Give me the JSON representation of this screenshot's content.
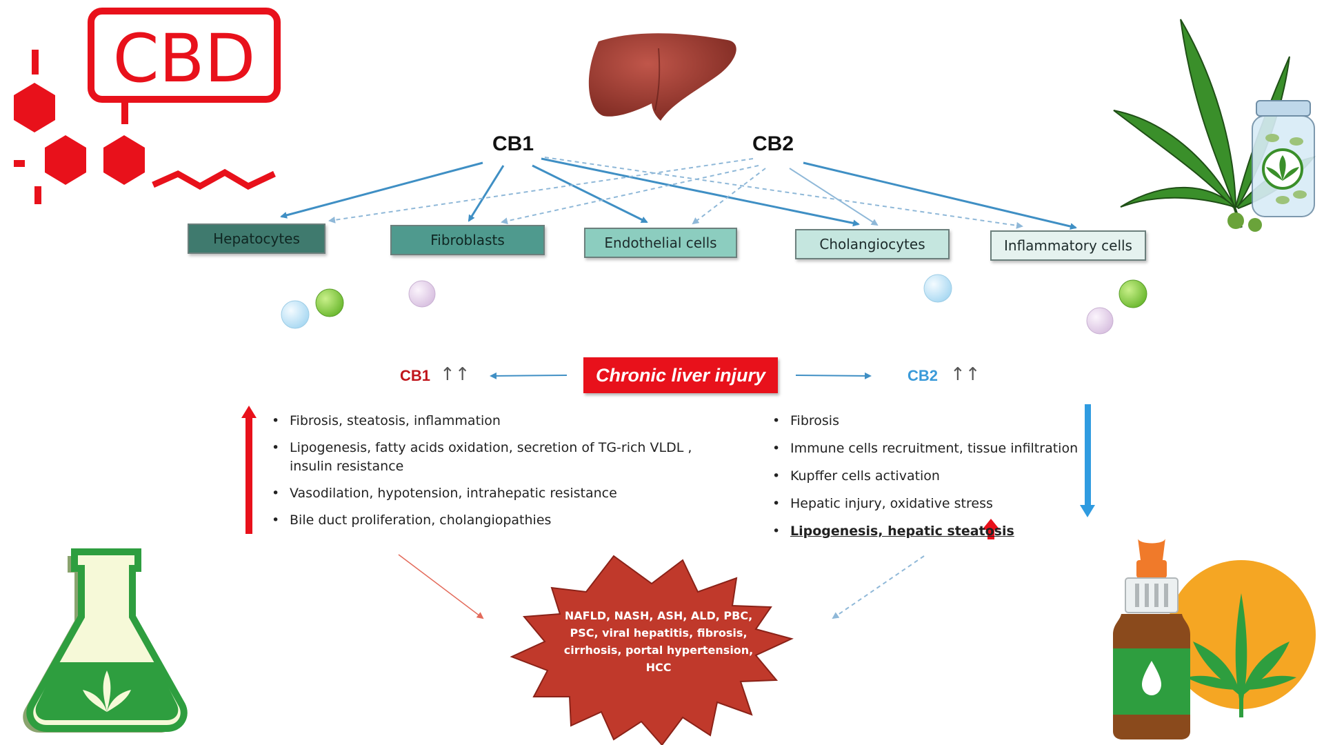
{
  "receptors": {
    "cb1": "CB1",
    "cb2": "CB2"
  },
  "cells": [
    {
      "label": "Hepatocytes",
      "color": "#3f7a6e"
    },
    {
      "label": "Fibroblasts",
      "color": "#4f9a8e"
    },
    {
      "label": "Endothelial cells",
      "color": "#8ccdbf"
    },
    {
      "label": "Cholangiocytes",
      "color": "#c5e6df"
    },
    {
      "label": "Inflammatory cells",
      "color": "#e5f2ef"
    }
  ],
  "logo": {
    "text": "CBD",
    "color": "#e8111b"
  },
  "injury": {
    "label": "Chronic liver injury"
  },
  "cb1_side": {
    "label": "CB1",
    "trend": "↑↑",
    "color": "#c0151b"
  },
  "cb2_side": {
    "label": "CB2",
    "trend": "↑↑",
    "color": "#3a9ad9"
  },
  "cb1_effects": [
    {
      "lines": [
        "Fibrosis, steatosis, inflammation"
      ]
    },
    {
      "lines": [
        "Lipogenesis, fatty acids oxidation, secretion of TG-rich VLDL ,",
        "insulin resistance"
      ]
    },
    {
      "lines": [
        "Vasodilation, hypotension, intrahepatic resistance"
      ]
    },
    {
      "lines": [
        "Bile duct proliferation, cholangiopathies"
      ]
    }
  ],
  "cb2_effects": [
    "Fibrosis",
    "Immune cells  recruitment, tissue infiltration",
    "Kupffer cells activation",
    "Hepatic injury, oxidative stress",
    "Lipogenesis, hepatic steatosis"
  ],
  "diseases": [
    "NAFLD, NASH, ASH, ALD, PBC,",
    "PSC, viral hepatitis, fibrosis,",
    "cirrhosis, portal hypertension,",
    "HCC"
  ],
  "colors": {
    "arrow_blue": "#3f8fc4",
    "up_red": "#e8111b",
    "down_blue": "#2f9be0",
    "burst": "#c0392b",
    "leaf_green": "#3a8f2a",
    "flask_green": "#2e9e3f",
    "bottle_brown": "#8a4a1c",
    "orange_circle": "#f5a623"
  },
  "icons": [
    "cbd-molecule-icon",
    "liver-icon",
    "cannabis-jar-icon",
    "cannabis-flask-icon",
    "cbd-oil-bottle-icon"
  ]
}
